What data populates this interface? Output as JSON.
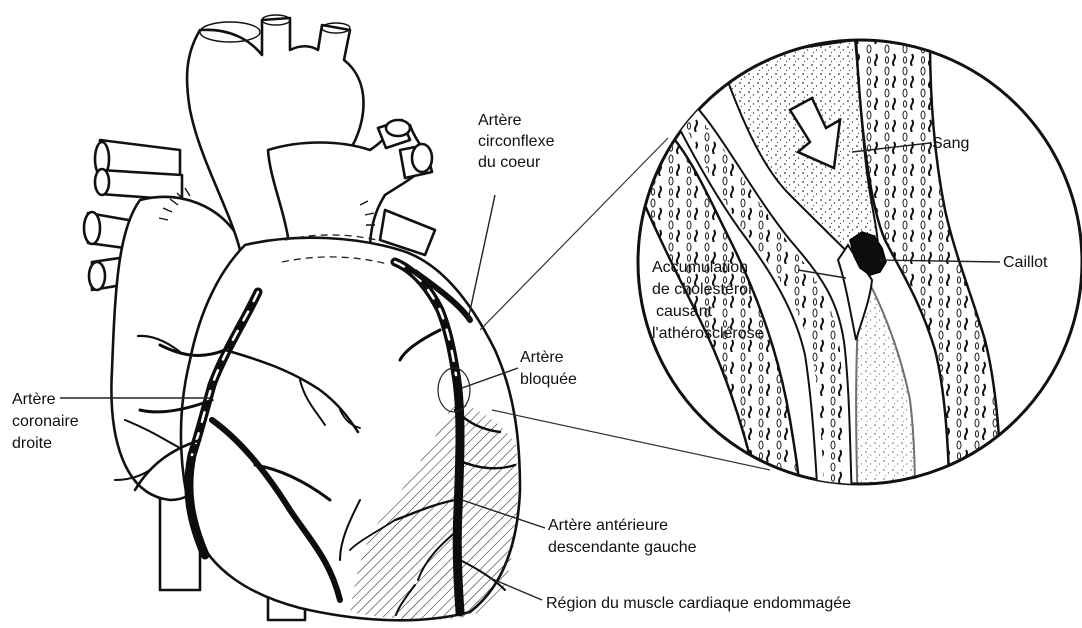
{
  "labels": {
    "circumflex_1": "Artère",
    "circumflex_2": "circonflexe",
    "circumflex_3": "du coeur",
    "blood": "Sang",
    "clot": "Caillot",
    "cholesterol_1": "Accumulation",
    "cholesterol_2": "de cholestérol",
    "cholesterol_3": "causant",
    "cholesterol_4": "l'athérosclérose",
    "blocked_1": "Artère",
    "blocked_2": "bloquée",
    "right_coronary_1": "Artère",
    "right_coronary_2": "coronaire",
    "right_coronary_3": "droite",
    "lad_1": "Artère antérieure",
    "lad_2": "descendante gauche",
    "damaged_region": "Région du muscle cardiaque endommagée"
  },
  "colors": {
    "ink": "#111111",
    "background": "#ffffff"
  }
}
